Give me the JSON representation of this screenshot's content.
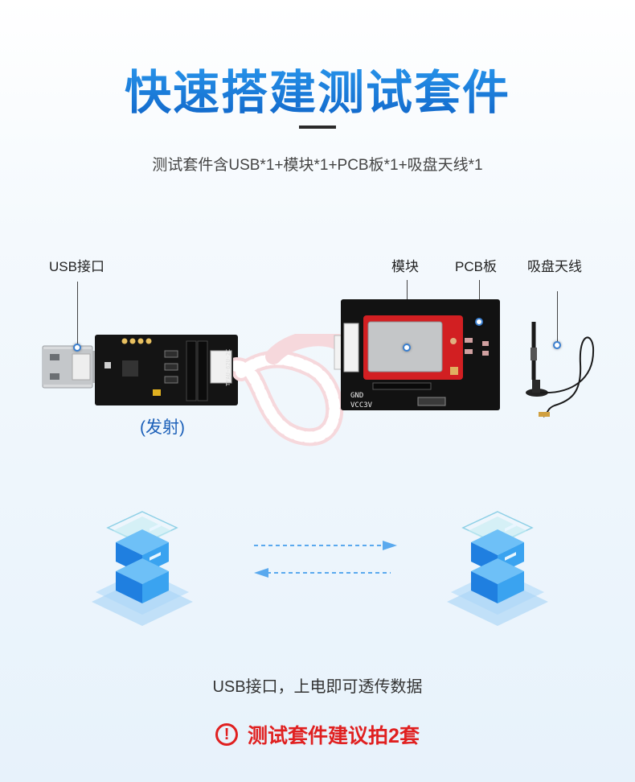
{
  "header": {
    "title": "快速搭建测试套件",
    "subtitle": "测试套件含USB*1+模块*1+PCB板*1+吸盘天线*1"
  },
  "labels": {
    "usb": "USB接口",
    "module": "模块",
    "pcb": "PCB板",
    "antenna": "吸盘天线",
    "transmit": "(发射)"
  },
  "board": {
    "gnd": "GND",
    "vcc": "VCC3V",
    "usb_silk": "TFAU-62U-2C"
  },
  "note": "USB接口，上电即可透传数据",
  "warning": {
    "icon": "exclamation-circle-icon",
    "text": "测试套件建议拍2套"
  },
  "colors": {
    "title_blue": "#1a78d8",
    "warning_red": "#e02020",
    "server_blue": "#2a8fe8"
  }
}
